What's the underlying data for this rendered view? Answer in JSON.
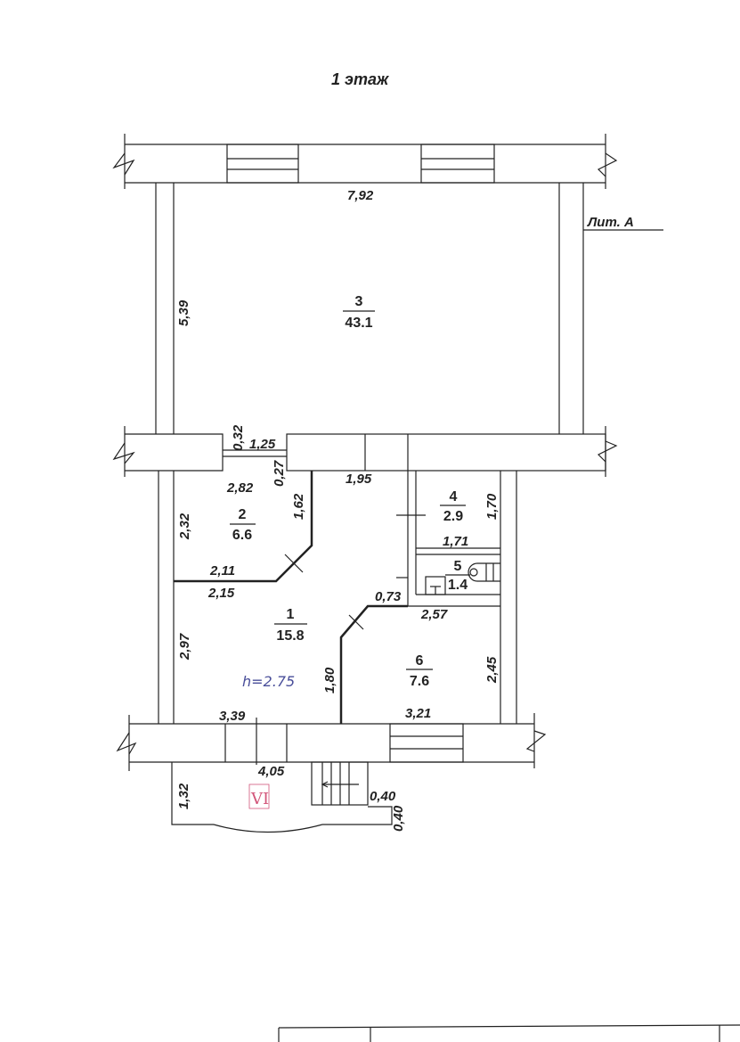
{
  "title": "1 этаж",
  "building_label": "Лит. А",
  "ceiling_height": "h=2.75",
  "entrance_mark": "VI",
  "rooms": [
    {
      "number": "1",
      "area": "15.8"
    },
    {
      "number": "2",
      "area": "6.6"
    },
    {
      "number": "3",
      "area": "43.1"
    },
    {
      "number": "4",
      "area": "2.9"
    },
    {
      "number": "5",
      "area": "1.4"
    },
    {
      "number": "6",
      "area": "7.6"
    }
  ],
  "dimensions": {
    "room3_width": "7,92",
    "room3_height": "5,39",
    "wall_032": "0,32",
    "opening_125": "1,25",
    "wall_027": "0,27",
    "corridor_195": "1,95",
    "room2_282": "2,82",
    "room2_162": "1,62",
    "room2_232": "2,32",
    "room2_211": "2,11",
    "room1_215": "2,15",
    "room1_297": "2,97",
    "room1_339": "3,39",
    "room1_180": "1,80",
    "room4_170": "1,70",
    "room4_171": "1,71",
    "room6_073": "0,73",
    "room6_257": "2,57",
    "room6_245": "2,45",
    "room6_321": "3,21",
    "porch_405": "4,05",
    "porch_132": "1,32",
    "step_040a": "0,40",
    "step_040b": "0,40"
  }
}
